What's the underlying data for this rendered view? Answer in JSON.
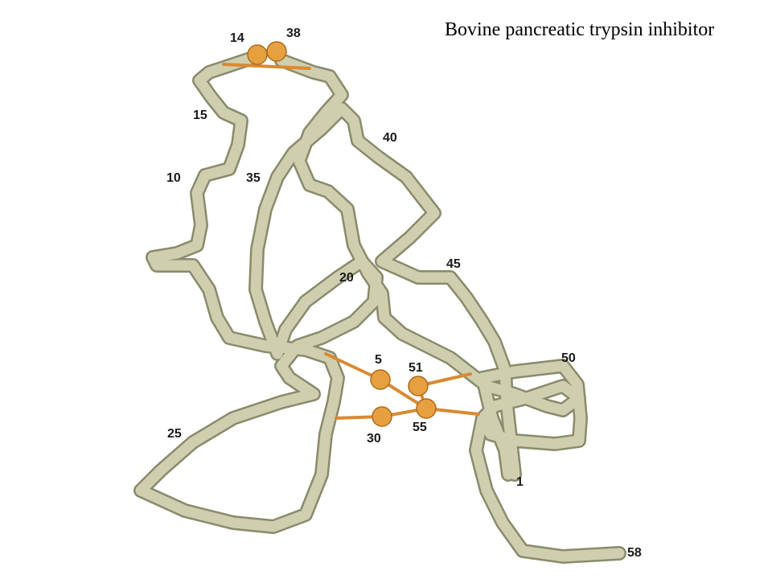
{
  "title": "Bovine pancreatic trypsin inhibitor",
  "colors": {
    "ribbon": "#cfcfb0",
    "ribbon_edge": "#8a8a6c",
    "sulfur": "#e7a03f",
    "bond": "#d98a32",
    "background": "#ffffff"
  },
  "residue_labels": [
    "14",
    "38",
    "15",
    "40",
    "10",
    "35",
    "45",
    "20",
    "50",
    "5",
    "51",
    "55",
    "30",
    "25",
    "1",
    "58"
  ],
  "disulfide_atoms": [
    "14",
    "38",
    "5",
    "51",
    "55",
    "30"
  ]
}
